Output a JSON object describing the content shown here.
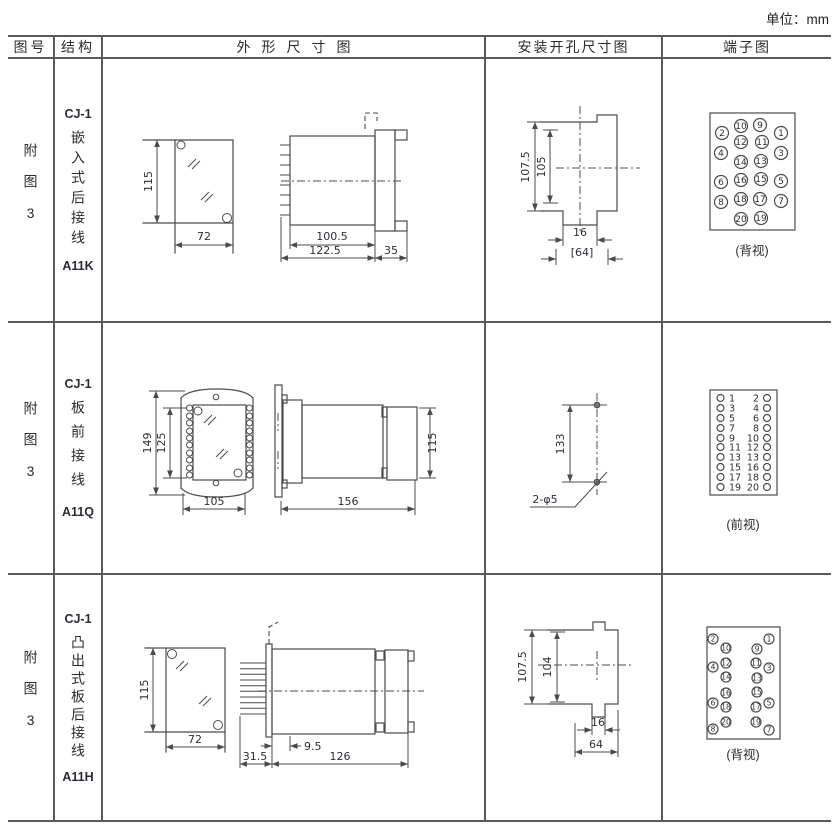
{
  "unit_label": "单位：mm",
  "header": {
    "figure": "图号",
    "structure": "结构",
    "outline": "外形尺寸图",
    "mounting": "安装开孔尺寸图",
    "terminal": "端子图"
  },
  "rows": [
    {
      "figure_no": "附图3",
      "model": "CJ-1",
      "structure_type": "嵌入式后接线",
      "code": "A11K",
      "outline": {
        "front_h": "115",
        "front_w": "72",
        "body_len": "100.5",
        "total_len": "122.5",
        "flange_d": "35"
      },
      "mounting": {
        "h_outer": "107.5",
        "h_inner": "105",
        "notch_w": "16",
        "cut_w": "[64]"
      },
      "terminal": {
        "view": "(背视)",
        "numbers": [
          "2",
          "10",
          "9",
          "1",
          "4",
          "12",
          "11",
          "3",
          "14",
          "13",
          "6",
          "16",
          "15",
          "5",
          "8",
          "18",
          "17",
          "7",
          "20",
          "19"
        ]
      }
    },
    {
      "figure_no": "附图3",
      "model": "CJ-1",
      "structure_type": "板前接线",
      "code": "A11Q",
      "outline": {
        "front_h_outer": "149",
        "front_h_inner": "125",
        "front_w": "105",
        "side_len": "156",
        "side_h": "115"
      },
      "mounting": {
        "hole_span": "133",
        "hole_label": "2-φ5"
      },
      "terminal": {
        "view": "(前视)",
        "left": [
          "1",
          "3",
          "5",
          "7",
          "9",
          "11",
          "13",
          "15",
          "17",
          "19"
        ],
        "right": [
          "2",
          "4",
          "6",
          "8",
          "10",
          "12",
          "13",
          "16",
          "18",
          "20"
        ]
      }
    },
    {
      "figure_no": "附图3",
      "model": "CJ-1",
      "structure_type": "凸出式板后接线",
      "code": "A11H",
      "outline": {
        "front_h": "115",
        "front_w": "72",
        "pin_len": "31.5",
        "gap": "9.5",
        "body_len": "126"
      },
      "mounting": {
        "h_outer": "107.5",
        "h_inner": "104",
        "notch_w": "16",
        "cut_w": "64"
      },
      "terminal": {
        "view": "(背视)",
        "numbers": [
          "2",
          "1",
          "10",
          "9",
          "4",
          "12",
          "11",
          "3",
          "14",
          "13",
          "16",
          "15",
          "6",
          "18",
          "17",
          "5",
          "20",
          "19",
          "8",
          "7"
        ]
      }
    }
  ]
}
